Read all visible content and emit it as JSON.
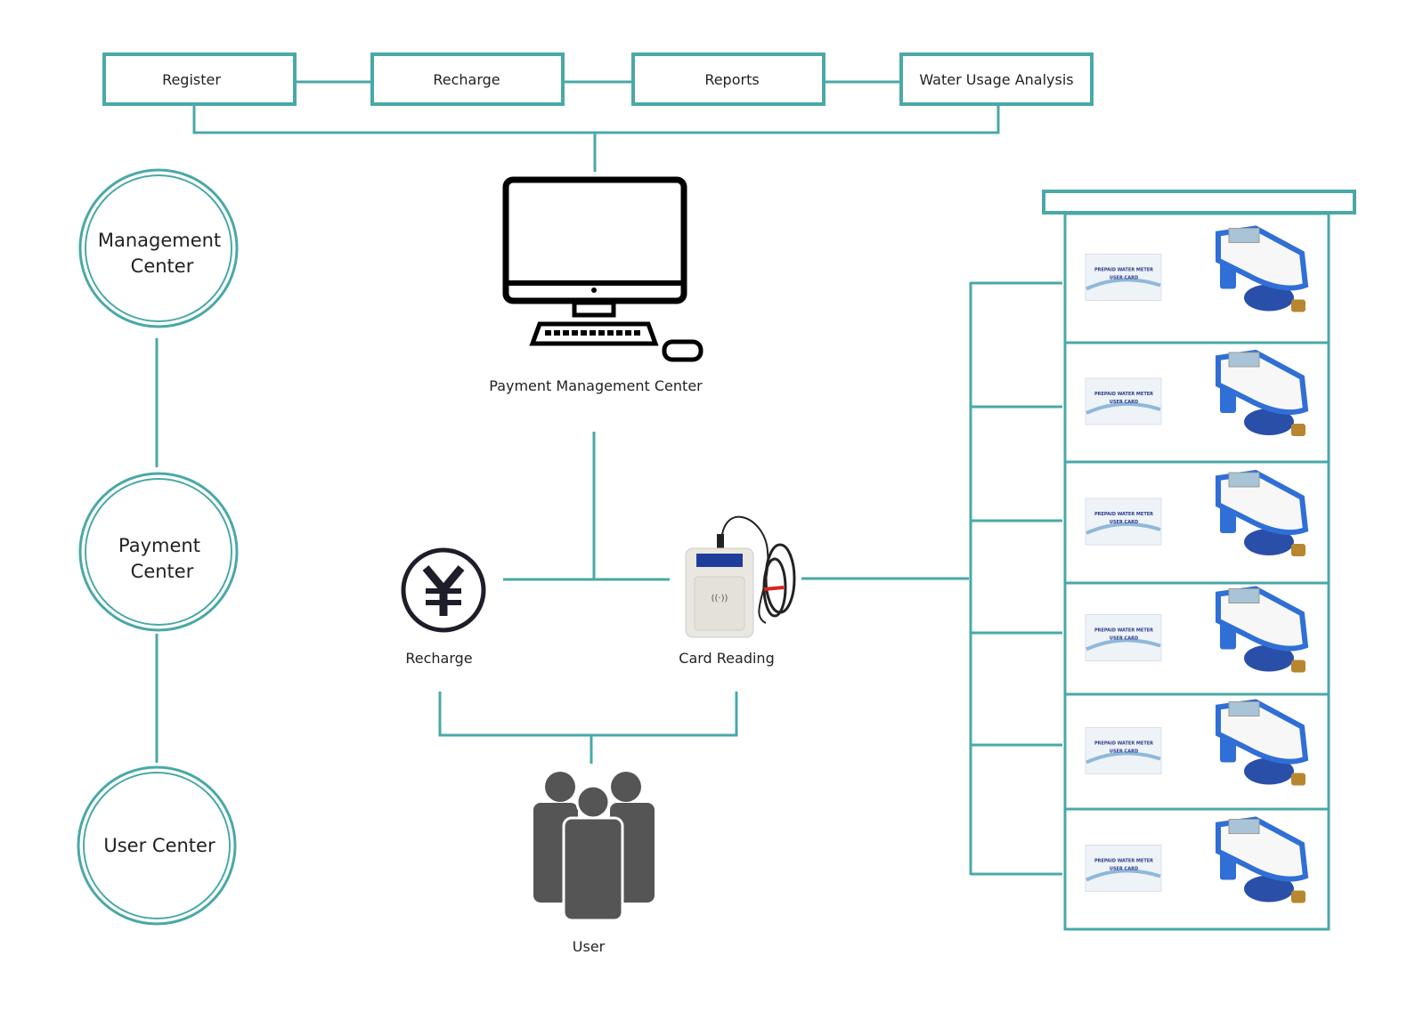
{
  "colors": {
    "accent": "#4aa8a8",
    "icon": "#000000",
    "people": "#555555",
    "meter_blue": "#2f6fd6"
  },
  "top_functions": [
    "Register",
    "Recharge",
    "Reports",
    "Water Usage Analysis"
  ],
  "levels": [
    {
      "line1": "Management",
      "line2": "Center"
    },
    {
      "line1": "Payment",
      "line2": "Center"
    },
    {
      "line1": "User Center",
      "line2": ""
    }
  ],
  "nodes": {
    "computer": "Payment Management Center",
    "recharge": "Recharge",
    "card_reader": "Card Reading",
    "user": "User"
  },
  "meter_card": {
    "line1": "PREPAID WATER METER",
    "line2": "USER CARD"
  },
  "meter_rows": 6,
  "icons": {
    "computer": "desktop-computer-icon",
    "recharge": "yen-coin-icon",
    "card_reader": "card-reader-image",
    "user": "people-group-icon",
    "meter": "water-meter-image",
    "card": "user-card-image"
  }
}
